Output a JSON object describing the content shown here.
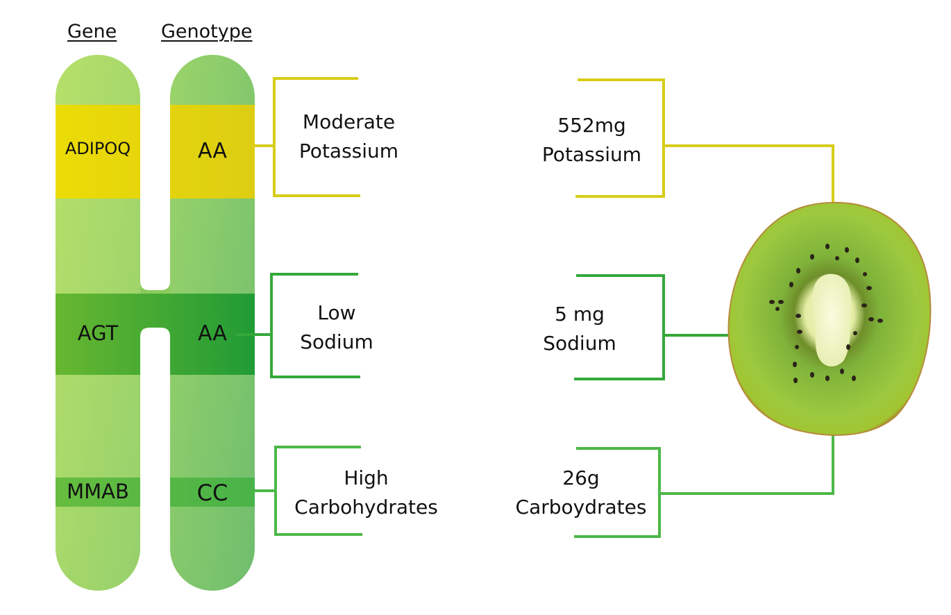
{
  "headers": {
    "gene": "Gene",
    "genotype": "Genotype"
  },
  "colors": {
    "chromosome_light": "#a8d86a",
    "chromosome_right": "#7dc66a",
    "band_yellow": "#e4d40a",
    "band_dark_green": "#3fa62e",
    "band_mid_green": "#55b642",
    "connector_yellow": "#d6cd17",
    "connector_green": "#34a83a",
    "connector_light_green": "#4cb848"
  },
  "rows": [
    {
      "gene": "ADIPOQ",
      "genotype": "AA",
      "trait_line1": "Moderate",
      "trait_line2": "Potassium",
      "food_line1": "552mg",
      "food_line2": "Potassium"
    },
    {
      "gene": "AGT",
      "genotype": "AA",
      "trait_line1": "Low",
      "trait_line2": "Sodium",
      "food_line1": "5 mg",
      "food_line2": "Sodium"
    },
    {
      "gene": "MMAB",
      "genotype": "CC",
      "trait_line1": "High",
      "trait_line2": "Carbohydrates",
      "food_line1": "26g",
      "food_line2": "Carboydrates"
    }
  ],
  "food": {
    "name": "kiwi",
    "icon": "kiwi-slice-image"
  }
}
